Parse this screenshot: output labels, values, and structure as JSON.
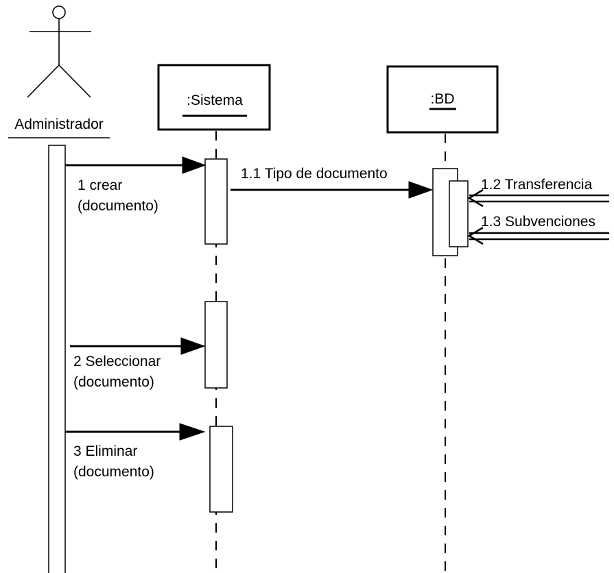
{
  "actor": {
    "name": "Administrador"
  },
  "objects": [
    {
      "id": "sistema",
      "label": ":Sistema"
    },
    {
      "id": "bd",
      "label": ":BD"
    }
  ],
  "messages": [
    {
      "id": "m1",
      "line1": "1 crear",
      "line2": "(documento)"
    },
    {
      "id": "m11",
      "line1": "1.1 Tipo de documento"
    },
    {
      "id": "m12",
      "line1": "1.2 Transferencia"
    },
    {
      "id": "m13",
      "line1": "1.3 Subvenciones"
    },
    {
      "id": "m2",
      "line1": "2 Seleccionar",
      "line2": "(documento)"
    },
    {
      "id": "m3",
      "line1": "3 Eliminar",
      "line2": "(documento)"
    }
  ]
}
